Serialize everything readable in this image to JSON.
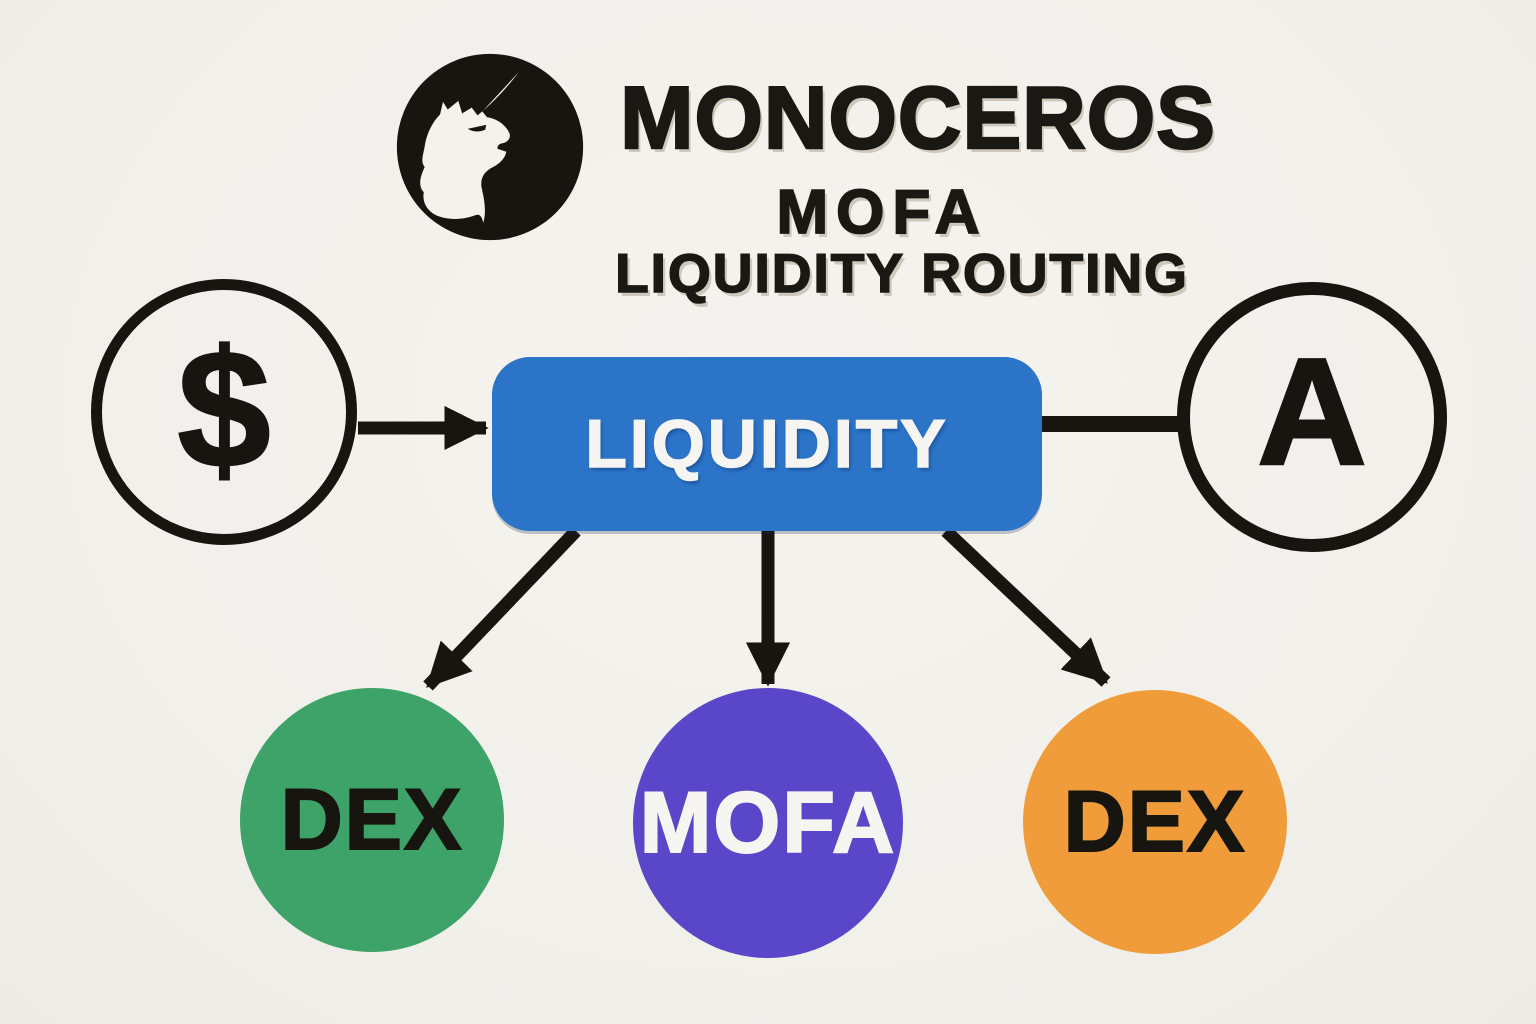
{
  "header": {
    "logo_icon": "unicorn-icon",
    "title": "MONOCEROS",
    "subtitle": "MOFA",
    "tagline": "LIQUIDITY ROUTING"
  },
  "flow": {
    "source": {
      "label": "$"
    },
    "hub": {
      "label": "LIQUIDITY"
    },
    "asset": {
      "label": "A"
    },
    "destinations": [
      {
        "label": "DEX",
        "color": "#3ea368",
        "text_color": "#17150f"
      },
      {
        "label": "MOFA",
        "color": "#5a46c8",
        "text_color": "#f7f5f1"
      },
      {
        "label": "DEX",
        "color": "#f09c3b",
        "text_color": "#17150f"
      }
    ]
  },
  "colors": {
    "background": "#f2f0eb",
    "ink": "#17150f",
    "hub_blue": "#2b74c8",
    "dex_green": "#3ea368",
    "mofa_purple": "#5a46c8",
    "dex_orange": "#f09c3b"
  }
}
